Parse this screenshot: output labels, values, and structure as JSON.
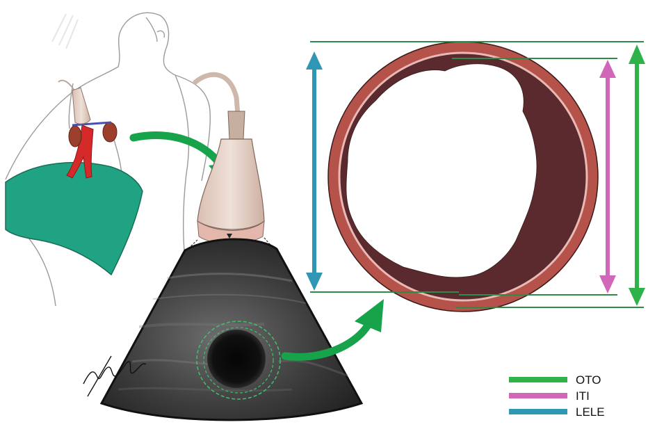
{
  "legend": {
    "items": [
      {
        "label": "OTO",
        "color": "#2DB34A"
      },
      {
        "label": "ITI",
        "color": "#D067B8"
      },
      {
        "label": "LELE",
        "color": "#2F97B5"
      }
    ]
  },
  "colors": {
    "outer_wall": "#B5534B",
    "inner_wall": "#5A2A2E",
    "intima_line": "#E8B9B5",
    "cloth": "#1FA383",
    "flow_arrow": "#17A34A",
    "probe": "#E6CFC3",
    "rim_lines": "#2E8B45"
  },
  "signature": "illustrator-signature"
}
